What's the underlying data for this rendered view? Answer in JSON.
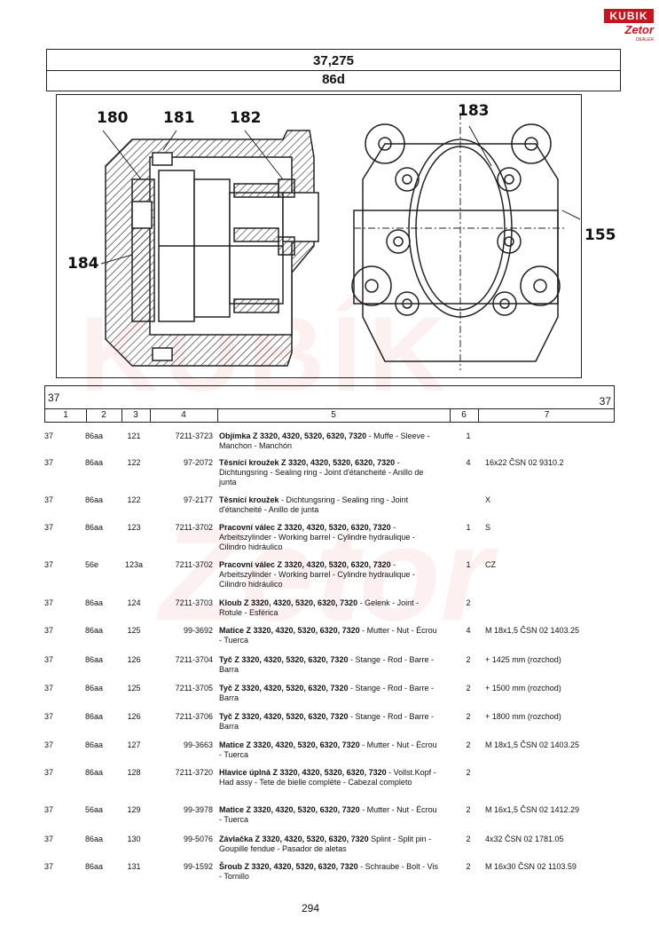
{
  "logo": {
    "brand": "KUBIK",
    "sub": "Zetor",
    "tag": "DEALER"
  },
  "header": {
    "catalog_no": "37,275",
    "group": "86d"
  },
  "drawing": {
    "callouts": [
      "180",
      "181",
      "182",
      "183",
      "184",
      "155"
    ]
  },
  "table": {
    "group_left": "37",
    "group_right": "37",
    "columns": [
      "1",
      "2",
      "3",
      "4",
      "5",
      "6",
      "7"
    ],
    "rows": [
      {
        "c1": "37",
        "c2": "86aa",
        "c3": "121",
        "c4": "7211-3723",
        "bold": "Objímka Z 3320, 4320, 5320, 6320, 7320",
        "rest": " - Muffe - Sleeve - Manchon - Manchón",
        "c6": "1",
        "c7": ""
      },
      {
        "c1": "37",
        "c2": "86aa",
        "c3": "122",
        "c4": "97-2072",
        "bold": "Těsnící kroužek Z 3320, 4320, 5320, 6320, 7320",
        "rest": " - Dichtungsring - Sealing ring - Joint d'étancheité - Anillo de junta",
        "c6": "4",
        "c7": "16x22 ČSN 02 9310.2"
      },
      {
        "c1": "37",
        "c2": "86aa",
        "c3": "122",
        "c4": "97-2177",
        "bold": "Těsnící kroužek",
        "rest": " - Dichtungsring - Sealing ring - Joint d'étancheité - Anillo de junta",
        "c6": "",
        "c7": "X"
      },
      {
        "c1": "37",
        "c2": "86aa",
        "c3": "123",
        "c4": "7211-3702",
        "bold": "Pracovní válec Z 3320, 4320, 5320, 6320, 7320",
        "rest": " - Arbeitszylinder - Working barrel - Cylindre hydraulique - Cilindro hidráulico",
        "c6": "1",
        "c7": "S"
      },
      {
        "c1": "37",
        "c2": "56e",
        "c3": "123a",
        "c4": "7211-3702",
        "bold": "Pracovní válec Z 3320, 4320, 5320, 6320, 7320",
        "rest": " - Arbeitszylinder - Working barrel - Cylindre hydraulique - Cilindro hidráulico",
        "c6": "1",
        "c7": "CZ"
      },
      {
        "c1": "37",
        "c2": "86aa",
        "c3": "124",
        "c4": "7211-3703",
        "bold": "Kloub Z 3320, 4320, 5320, 6320, 7320",
        "rest": " - Gelenk - Joint - Rotule - Esférica",
        "c6": "2",
        "c7": ""
      },
      {
        "c1": "37",
        "c2": "86aa",
        "c3": "125",
        "c4": "99-3692",
        "bold": "Matice Z 3320, 4320, 5320, 6320, 7320",
        "rest": " - Mutter - Nut - Écrou - Tuerca",
        "c6": "4",
        "c7": "M 18x1,5 ČSN 02 1403.25"
      },
      {
        "c1": "37",
        "c2": "86aa",
        "c3": "126",
        "c4": "7211-3704",
        "bold": "Tyč Z 3320, 4320, 5320, 6320, 7320",
        "rest": " - Stange - Rod - Barre - Barra",
        "c6": "2",
        "c7": "+ 1425 mm (rozchod)"
      },
      {
        "c1": "37",
        "c2": "86aa",
        "c3": "125",
        "c4": "7211-3705",
        "bold": "Tyč Z 3320, 4320, 5320, 6320, 7320",
        "rest": " - Stange - Rod - Barre - Barra",
        "c6": "2",
        "c7": "+ 1500 mm (rozchod)"
      },
      {
        "c1": "37",
        "c2": "86aa",
        "c3": "126",
        "c4": "7211-3706",
        "bold": "Tyč Z 3320, 4320, 5320, 6320, 7320",
        "rest": " - Stange - Rod - Barre - Barra",
        "c6": "2",
        "c7": "+ 1800 mm (rozchod)"
      },
      {
        "c1": "37",
        "c2": "86aa",
        "c3": "127",
        "c4": "99-3663",
        "bold": "Matice Z 3320, 4320, 5320, 6320, 7320",
        "rest": " - Mutter - Nut - Écrou - Tuerca",
        "c6": "2",
        "c7": "M 18x1,5 ČSN 02 1403.25"
      },
      {
        "c1": "37",
        "c2": "86aa",
        "c3": "128",
        "c4": "7211-3720",
        "bold": "Hlavice úplná Z 3320, 4320, 5320, 6320, 7320",
        "rest": " - Vollst.Kopf - Had assy - Tete de bielle complète - Cabezal completo",
        "c6": "2",
        "c7": ""
      },
      {
        "c1": "37",
        "c2": "56aa",
        "c3": "129",
        "c4": "99-3978",
        "bold": "Matice Z 3320, 4320, 5320, 6320, 7320",
        "rest": " - Mutter - Nut - Écrou - Tuerca",
        "c6": "2",
        "c7": "M 16x1,5 ČSN 02 1412.29"
      },
      {
        "c1": "37",
        "c2": "86aa",
        "c3": "130",
        "c4": "99-5076",
        "bold": "Závlačka Z 3320, 4320, 5320, 6320, 7320",
        "rest": " Splint - Split pin - Goupille fendue - Pasador de aletas",
        "c6": "2",
        "c7": "4x32 ČSN 02 1781.05"
      },
      {
        "c1": "37",
        "c2": "86aa",
        "c3": "131",
        "c4": "99-1592",
        "bold": "Šroub Z 3320, 4320, 5320, 6320, 7320",
        "rest": " - Schraube - Bolt - Vis - Tornillo",
        "c6": "2",
        "c7": "M 16x30 ČSN 02 1103.59"
      }
    ]
  },
  "footer": {
    "page": "294"
  }
}
